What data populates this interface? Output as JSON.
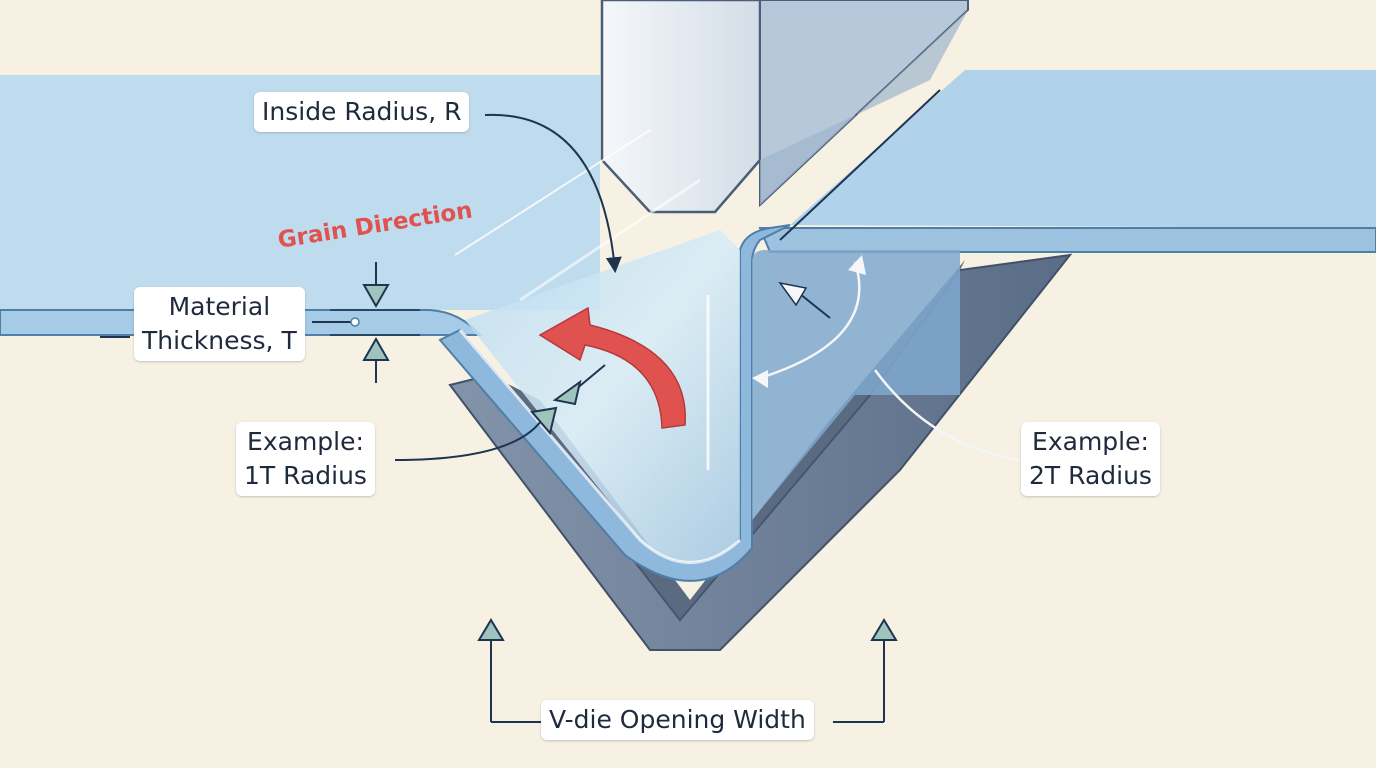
{
  "labels": {
    "inside_radius": "Inside Radius, R",
    "grain_direction": "Grain Direction",
    "material_thickness_line1": "Material",
    "material_thickness_line2": "Thickness, T",
    "example_1t_line1": "Example:",
    "example_1t_line2": "1T Radius",
    "example_2t_line1": "Example:",
    "example_2t_line2": "2T Radius",
    "vdie_opening": "V-die Opening Width"
  },
  "colors": {
    "background": "#f6f1e3",
    "sheet_metal": "#a9cde6",
    "sheet_edge": "#4f7fa8",
    "punch": "#e6ecf2",
    "die": "#6e819a",
    "grain_arrow": "#e0524f",
    "callout_line": "#1f3450"
  },
  "icons": {
    "bend_arrow": "curved-arrow-icon",
    "thickness_arrows": "arrow-icon",
    "vdie_arrows": "arrow-icon"
  }
}
